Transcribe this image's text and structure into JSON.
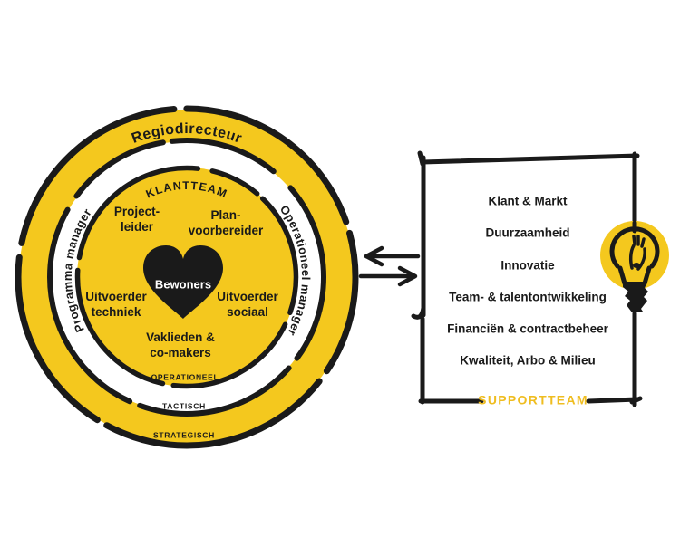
{
  "colors": {
    "accent_yellow": "#F4C81E",
    "supportteam_yellow": "#EFBD20",
    "ink_black": "#1A1A1A",
    "heart_text_white": "#FFFFFF"
  },
  "icons": {
    "heart": "heart-icon",
    "lightbulb": "lightbulb-icon",
    "arrow_left": "arrow-left-icon",
    "arrow_right": "arrow-right-icon"
  },
  "circle_diagram": {
    "outer_ring_label": "Regiodirecteur",
    "left_ring_label": "Programma manager",
    "right_ring_label": "Operationeel manager",
    "inner_circle_title": "KLANTTEAM",
    "heart_label": "Bewoners",
    "roles": [
      {
        "lines": [
          "Project-",
          "leider"
        ]
      },
      {
        "lines": [
          "Plan-",
          "voorbereider"
        ]
      },
      {
        "lines": [
          "Uitvoerder",
          "techniek"
        ]
      },
      {
        "lines": [
          "Uitvoerder",
          "sociaal"
        ]
      },
      {
        "lines": [
          "Vaklieden &",
          "co-makers"
        ]
      }
    ],
    "level_labels": [
      "OPERATIONEEL",
      "TACTISCH",
      "STRATEGISCH"
    ]
  },
  "support_panel": {
    "items": [
      "Klant & Markt",
      "Duurzaamheid",
      "Innovatie",
      "Team- & talentontwikkeling",
      "Financiën & contractbeheer",
      "Kwaliteit, Arbo & Milieu"
    ],
    "label": "SUPPORTTEAM"
  }
}
